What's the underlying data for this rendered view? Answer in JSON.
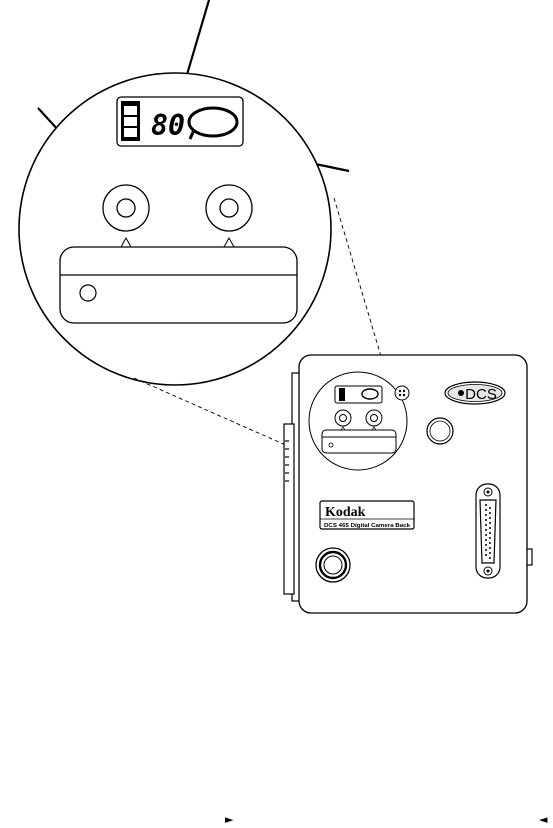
{
  "lcd": {
    "frame_count": "80"
  },
  "camera": {
    "badge": "DCS",
    "brand": "Kodak",
    "model_label": "DCS 465 Digital Camera Back"
  },
  "page_markers": {
    "left": "►",
    "right": "◄"
  },
  "colors": {
    "ink": "#000000",
    "background": "#ffffff",
    "badge_fill": "#e6e6e6"
  },
  "icons": {
    "battery": "battery-indicator-icon",
    "lcd_ring": "frame-ring-icon",
    "connector": "db25-connector-icon"
  }
}
